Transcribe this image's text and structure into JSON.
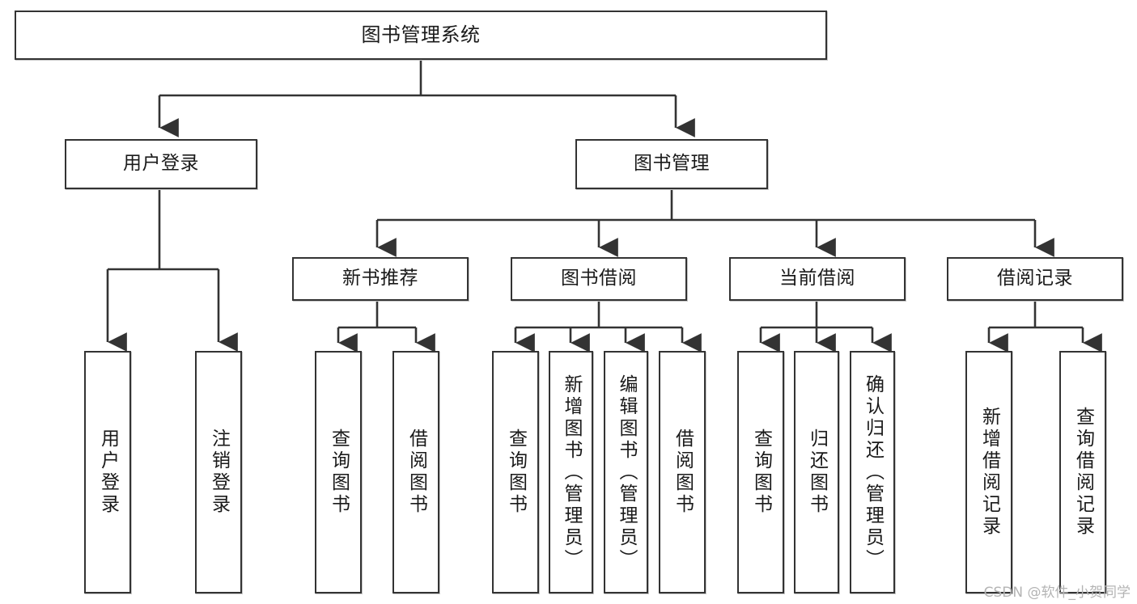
{
  "diagram": {
    "type": "tree",
    "title": "图书管理系统",
    "root": {
      "label": "图书管理系统"
    },
    "level1": [
      {
        "label": "用户登录"
      },
      {
        "label": "图书管理"
      }
    ],
    "level2": [
      {
        "label": "新书推荐"
      },
      {
        "label": "图书借阅"
      },
      {
        "label": "当前借阅"
      },
      {
        "label": "借阅记录"
      }
    ],
    "leaves": {
      "user_login": [
        {
          "label": "用户登录"
        },
        {
          "label": "注销登录"
        }
      ],
      "new_book_recommend": [
        {
          "label": "查询图书"
        },
        {
          "label": "借阅图书"
        }
      ],
      "book_borrow": [
        {
          "label": "查询图书"
        },
        {
          "label": "新增图书（管理员）"
        },
        {
          "label": "编辑图书（管理员）"
        },
        {
          "label": "借阅图书"
        }
      ],
      "current_borrow": [
        {
          "label": "查询图书"
        },
        {
          "label": "归还图书"
        },
        {
          "label": "确认归还（管理员）"
        }
      ],
      "borrow_record": [
        {
          "label": "新增借阅记录"
        },
        {
          "label": "查询借阅记录"
        }
      ]
    },
    "watermark": "CSDN @软件_小贺同学",
    "colors": {
      "border": "#333333",
      "background": "#ffffff",
      "text": "#1a1a1a",
      "watermark": "#b4b4b4"
    }
  }
}
